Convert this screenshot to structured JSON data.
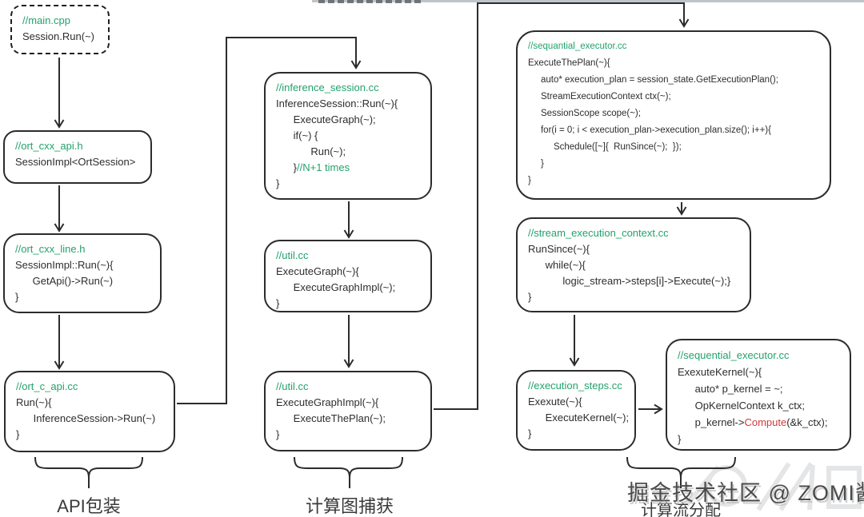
{
  "colors": {
    "comment_green": "#23a26d",
    "code_text": "#2d2d2d",
    "highlight_red": "#cf3a3a",
    "box_border": "#2c2c2c"
  },
  "boxes": {
    "main_cpp": {
      "file": "//main.cpp",
      "lines": [
        [
          {
            "t": "//main.cpp",
            "c": "g"
          }
        ],
        [
          {
            "t": "Session.Run(~)"
          }
        ]
      ]
    },
    "ort_cxx_api": {
      "file": "//ort_cxx_api.h",
      "lines": [
        [
          {
            "t": "//ort_cxx_api.h",
            "c": "g"
          }
        ],
        [
          {
            "t": "SessionImpl<OrtSession>"
          }
        ]
      ]
    },
    "ort_cxx_line": {
      "file": "//ort_cxx_line.h",
      "lines": [
        [
          {
            "t": "//ort_cxx_line.h",
            "c": "g"
          }
        ],
        [
          {
            "t": "SessionImpl::Run(~){"
          }
        ],
        [
          {
            "t": "      GetApi()->Run(~)"
          }
        ],
        [
          {
            "t": "}"
          }
        ]
      ]
    },
    "ort_c_api": {
      "file": "//ort_c_api.cc",
      "lines": [
        [
          {
            "t": "//ort_c_api.cc",
            "c": "g"
          }
        ],
        [
          {
            "t": "Run(~){"
          }
        ],
        [
          {
            "t": "      InferenceSession->Run(~)"
          }
        ],
        [
          {
            "t": "}"
          }
        ]
      ]
    },
    "inference_session": {
      "file": "//inference_session.cc",
      "lines": [
        [
          {
            "t": "//inference_session.cc",
            "c": "g"
          }
        ],
        [
          {
            "t": "InferenceSession::Run(~){"
          }
        ],
        [
          {
            "t": "      ExecuteGraph(~);"
          }
        ],
        [
          {
            "t": "      if(~) {"
          }
        ],
        [
          {
            "t": "            Run(~);"
          }
        ],
        [
          {
            "t": "      }"
          },
          {
            "t": "//N+1 times",
            "c": "g"
          }
        ],
        [
          {
            "t": "}"
          }
        ]
      ]
    },
    "util_graph": {
      "file": "//util.cc",
      "lines": [
        [
          {
            "t": "//util.cc",
            "c": "g"
          }
        ],
        [
          {
            "t": "ExecuteGraph(~){"
          }
        ],
        [
          {
            "t": "      ExecuteGraphImpl(~);"
          }
        ],
        [
          {
            "t": "}"
          }
        ]
      ]
    },
    "util_impl": {
      "file": "//util.cc",
      "lines": [
        [
          {
            "t": "//util.cc",
            "c": "g"
          }
        ],
        [
          {
            "t": "ExecuteGraphImpl(~){"
          }
        ],
        [
          {
            "t": "      ExecuteThePlan(~);"
          }
        ],
        [
          {
            "t": "}"
          }
        ]
      ]
    },
    "seq_plan": {
      "file": "//sequantial_executor.cc",
      "lines": [
        [
          {
            "t": "//sequantial_executor.cc",
            "c": "g"
          }
        ],
        [
          {
            "t": "ExecuteThePlan(~){"
          }
        ],
        [
          {
            "t": "     auto* execution_plan = session_state.GetExecutionPlan();"
          }
        ],
        [
          {
            "t": "     StreamExecutionContext ctx(~);"
          }
        ],
        [
          {
            "t": "     SessionScope scope(~);"
          }
        ],
        [
          {
            "t": "     for(i = 0; i < execution_plan->execution_plan.size(); i++){"
          }
        ],
        [
          {
            "t": "          Schedule([~]{  RunSince(~);  });"
          }
        ],
        [
          {
            "t": "     }"
          }
        ],
        [
          {
            "t": "}"
          }
        ]
      ]
    },
    "stream_ctx": {
      "file": "//stream_execution_context.cc",
      "lines": [
        [
          {
            "t": "//stream_execution_context.cc",
            "c": "g"
          }
        ],
        [
          {
            "t": "RunSince(~){"
          }
        ],
        [
          {
            "t": "      while(~){"
          }
        ],
        [
          {
            "t": "            logic_stream->steps[i]->Execute(~);}"
          }
        ],
        [
          {
            "t": "}"
          }
        ]
      ]
    },
    "exec_steps": {
      "file": "//execution_steps.cc",
      "lines": [
        [
          {
            "t": "//execution_steps.cc",
            "c": "g"
          }
        ],
        [
          {
            "t": "Exexute(~){"
          }
        ],
        [
          {
            "t": "      ExecuteKernel(~);"
          }
        ],
        [
          {
            "t": "}"
          }
        ]
      ]
    },
    "seq_kernel": {
      "file": "//sequential_executor.cc",
      "lines": [
        [
          {
            "t": "//sequential_executor.cc",
            "c": "g"
          }
        ],
        [
          {
            "t": "ExexuteKernel(~){"
          }
        ],
        [
          {
            "t": "      auto* p_kernel = ~;"
          }
        ],
        [
          {
            "t": "      OpKernelContext k_ctx;"
          }
        ],
        [
          {
            "t": "      p_kernel->"
          },
          {
            "t": "Compute",
            "c": "r"
          },
          {
            "t": "(&k_ctx);"
          }
        ],
        [
          {
            "t": "}"
          }
        ]
      ]
    }
  },
  "group_labels": {
    "api_wrap": "API包装",
    "graph_capture": "计算图捕获",
    "stream_dispatch": "计算流分配"
  },
  "watermark": {
    "text": "掘金技术社区 @ ZOMI酱"
  }
}
